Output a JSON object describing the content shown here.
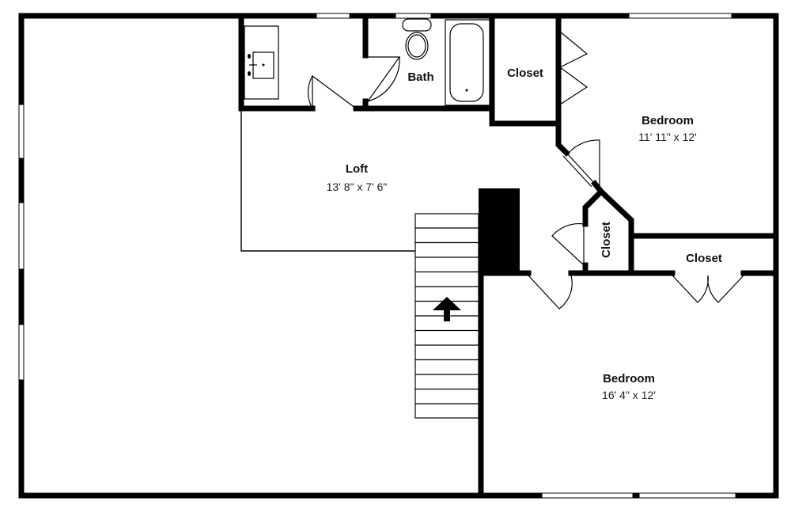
{
  "rooms": [
    {
      "name": "Bath"
    },
    {
      "name": "Closet"
    },
    {
      "name": "Bedroom",
      "dimensions": "11' 11\" x 12'"
    },
    {
      "name": "Loft",
      "dimensions": "13' 8\" x 7' 6\""
    },
    {
      "name": "Closet"
    },
    {
      "name": "Closet"
    },
    {
      "name": "Bedroom",
      "dimensions": "16' 4\" x 12'"
    }
  ],
  "colors": {
    "wall": "#000000",
    "background": "#ffffff"
  }
}
